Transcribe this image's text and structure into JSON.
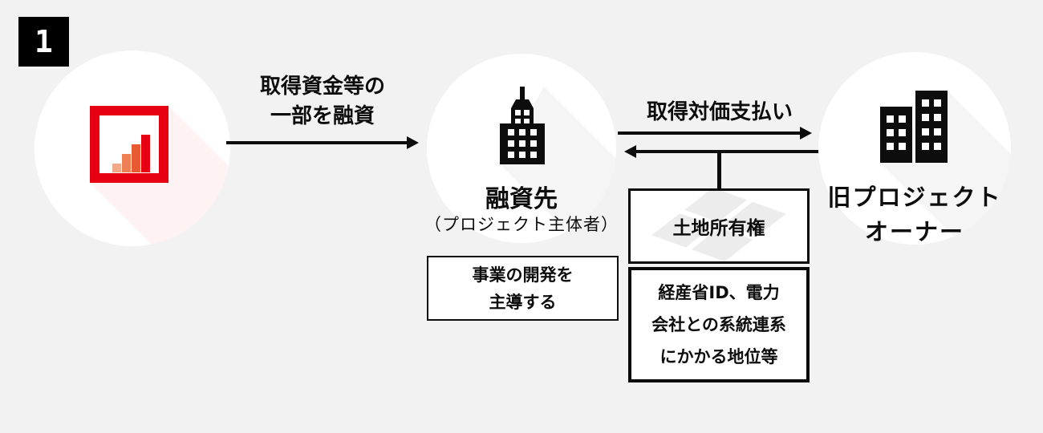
{
  "step_badge": "1",
  "colors": {
    "background": "#f2f2f2",
    "line_black": "#0d0d0d",
    "accent_red": "#e60012",
    "logo_bars": [
      "#f2a98a",
      "#ee7f55",
      "#e75a32",
      "#e60012"
    ],
    "long_shadow_gray": "rgba(0,0,0,0.04)",
    "long_shadow_pink": "rgba(230,0,18,0.05)",
    "land_tile_gray": "#ececec"
  },
  "nodes": {
    "lender": {
      "icon": "bar-chart-logo"
    },
    "borrower": {
      "icon": "office-building-icon",
      "title": "融資先",
      "subtitle": "（プロジェクト主体者）"
    },
    "owner": {
      "icon": "two-buildings-icon",
      "title_line1": "旧プロジェクト",
      "title_line2": "オーナー"
    }
  },
  "arrows": {
    "loan": {
      "direction": "right",
      "label_line1": "取得資金等の",
      "label_line2": "一部を融資"
    },
    "payment": {
      "direction": "right",
      "label": "取得対価支払い"
    },
    "transfer": {
      "direction": "left"
    }
  },
  "notes": {
    "borrower_role": {
      "line1": "事業の開発を",
      "line2": "主導する"
    }
  },
  "transfer_items": {
    "land": {
      "icon": "land-plot-icon",
      "label": "土地所有権"
    },
    "status": {
      "line1": "経産省ID、電力",
      "line2": "会社との系統連系",
      "line3": "にかかる地位等"
    }
  }
}
